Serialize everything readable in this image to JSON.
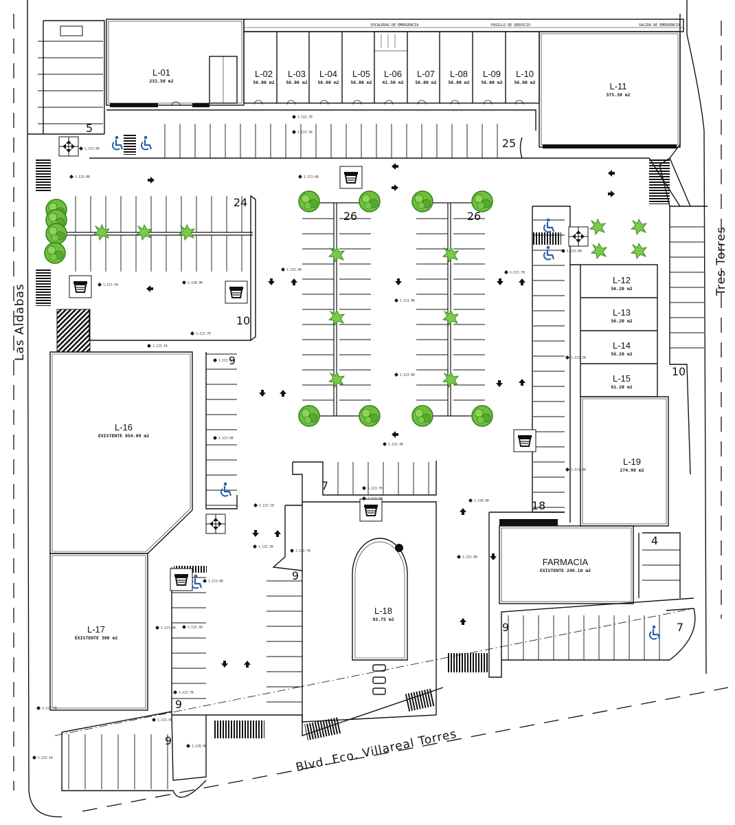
{
  "roads": {
    "west": "Las Aldabas",
    "east": "Tres Torres",
    "south": "Blvd. Fco. Villareal Torres"
  },
  "top_labels": {
    "emergency_stairs": "ESCALERAS DE EMERGENCIA",
    "service_corridor": "PASILLO DE SERVICIO",
    "emergency_exit": "SALIDA DE EMERGENCIA"
  },
  "units": [
    {
      "id": "L-01",
      "area": "231.50 m2"
    },
    {
      "id": "L-02",
      "area": "56.00 m2"
    },
    {
      "id": "L-03",
      "area": "56.00 m2"
    },
    {
      "id": "L-04",
      "area": "56.00 m2"
    },
    {
      "id": "L-05",
      "area": "56.00 m2"
    },
    {
      "id": "L-06",
      "area": "42.50 m2"
    },
    {
      "id": "L-07",
      "area": "56.00 m2"
    },
    {
      "id": "L-08",
      "area": "56.00 m2"
    },
    {
      "id": "L-09",
      "area": "56.00 m2"
    },
    {
      "id": "L-10",
      "area": "56.00 m2"
    },
    {
      "id": "L-11",
      "area": "375.30 m2"
    },
    {
      "id": "L-12",
      "area": "56.20 m2"
    },
    {
      "id": "L-13",
      "area": "56.20 m2"
    },
    {
      "id": "L-14",
      "area": "56.20 m2"
    },
    {
      "id": "L-15",
      "area": "61.20 m2"
    },
    {
      "id": "L-16",
      "area": "EXISTENTE 854.09 m2"
    },
    {
      "id": "L-17",
      "area": "EXISTENTE 380 m2"
    },
    {
      "id": "L-18",
      "area": "93.75 m2"
    },
    {
      "id": "L-19",
      "area": "274.90 m2"
    },
    {
      "id": "FARMACIA",
      "area": "EXISTENTE 249.10 m2"
    }
  ],
  "parking_counts": [
    "5",
    "25",
    "24",
    "26",
    "26",
    "10",
    "9",
    "7",
    "18",
    "9",
    "9",
    "10",
    "4",
    "9",
    "9",
    "7"
  ],
  "icons": {
    "accessible_parking": "wheelchair-icon",
    "tree": "tree-icon",
    "trash": "trash-bin-icon",
    "direction": "arrow-icon",
    "level_mark": "elevation-marker-icon"
  },
  "colors": {
    "line": "#111111",
    "tree": "#6fbf3a",
    "tree_dark": "#2f7d1f",
    "accessible": "#2a5ea8"
  },
  "levels": {
    "a": "1,122.70",
    "b": "1,122.50",
    "c": "1,121.80",
    "d": "1,123.00",
    "e": "1,121.60",
    "f": "1,122.40",
    "g": "1,121.70",
    "h": "1,121.50",
    "i": "1,120.90",
    "j": "1,122.10"
  }
}
